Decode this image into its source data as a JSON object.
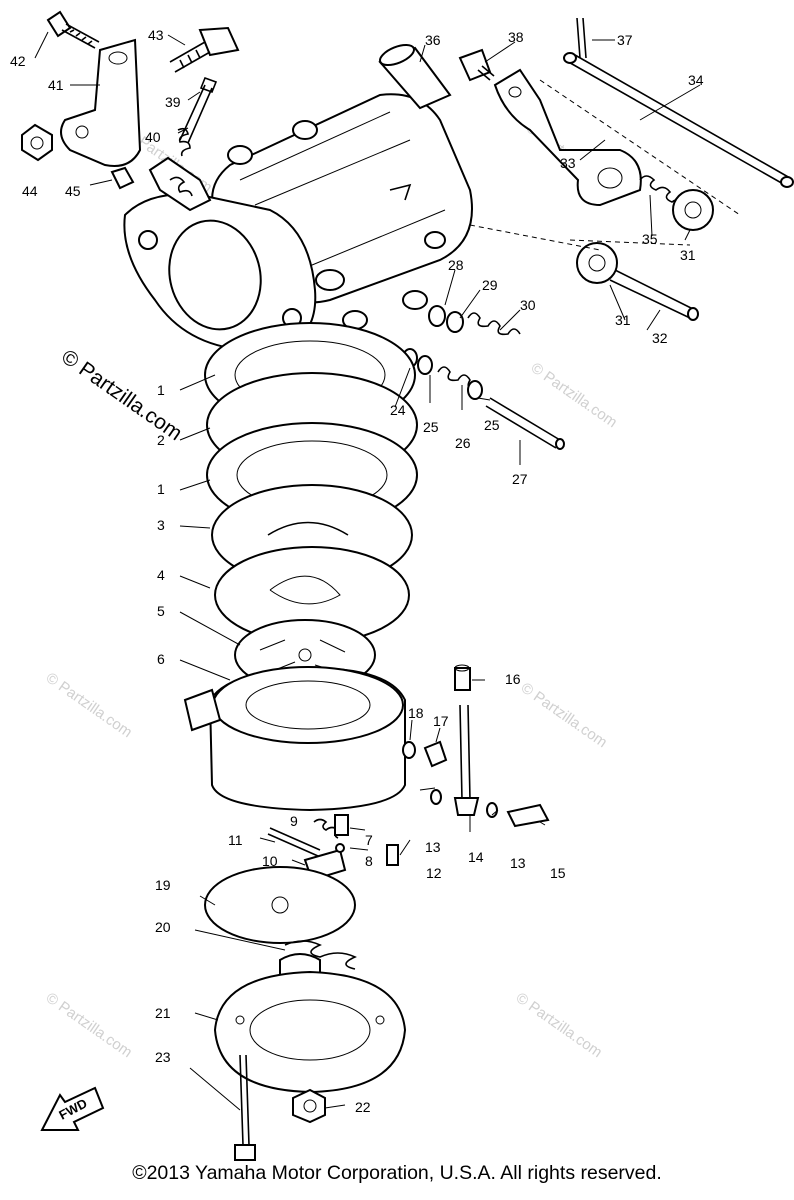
{
  "labels": [
    {
      "id": "42",
      "text": "42"
    },
    {
      "id": "43",
      "text": "43"
    },
    {
      "id": "41",
      "text": "41"
    },
    {
      "id": "39",
      "text": "39"
    },
    {
      "id": "40",
      "text": "40"
    },
    {
      "id": "44",
      "text": "44"
    },
    {
      "id": "45",
      "text": "45"
    },
    {
      "id": "36",
      "text": "36"
    },
    {
      "id": "38",
      "text": "38"
    },
    {
      "id": "37",
      "text": "37"
    },
    {
      "id": "34",
      "text": "34"
    },
    {
      "id": "33",
      "text": "33"
    },
    {
      "id": "35",
      "text": "35"
    },
    {
      "id": "31a",
      "text": "31"
    },
    {
      "id": "31b",
      "text": "31"
    },
    {
      "id": "32",
      "text": "32"
    },
    {
      "id": "28",
      "text": "28"
    },
    {
      "id": "29",
      "text": "29"
    },
    {
      "id": "30",
      "text": "30"
    },
    {
      "id": "24",
      "text": "24"
    },
    {
      "id": "25a",
      "text": "25"
    },
    {
      "id": "26",
      "text": "26"
    },
    {
      "id": "25b",
      "text": "25"
    },
    {
      "id": "27",
      "text": "27"
    },
    {
      "id": "1a",
      "text": "1"
    },
    {
      "id": "2",
      "text": "2"
    },
    {
      "id": "1b",
      "text": "1"
    },
    {
      "id": "3",
      "text": "3"
    },
    {
      "id": "4",
      "text": "4"
    },
    {
      "id": "5",
      "text": "5"
    },
    {
      "id": "6",
      "text": "6"
    },
    {
      "id": "16",
      "text": "16"
    },
    {
      "id": "18",
      "text": "18"
    },
    {
      "id": "17",
      "text": "17"
    },
    {
      "id": "9",
      "text": "9"
    },
    {
      "id": "7",
      "text": "7"
    },
    {
      "id": "11",
      "text": "11"
    },
    {
      "id": "10",
      "text": "10"
    },
    {
      "id": "8",
      "text": "8"
    },
    {
      "id": "12",
      "text": "12"
    },
    {
      "id": "13a",
      "text": "13"
    },
    {
      "id": "14",
      "text": "14"
    },
    {
      "id": "13b",
      "text": "13"
    },
    {
      "id": "15",
      "text": "15"
    },
    {
      "id": "19",
      "text": "19"
    },
    {
      "id": "20",
      "text": "20"
    },
    {
      "id": "21",
      "text": "21"
    },
    {
      "id": "23",
      "text": "23"
    },
    {
      "id": "22",
      "text": "22"
    }
  ],
  "watermark_main": "© Partzilla.com",
  "watermark_faint": "© Partzilla.com",
  "fwd_label": "FWD",
  "copyright": "©2013 Yamaha Motor Corporation, U.S.A. All rights reserved."
}
